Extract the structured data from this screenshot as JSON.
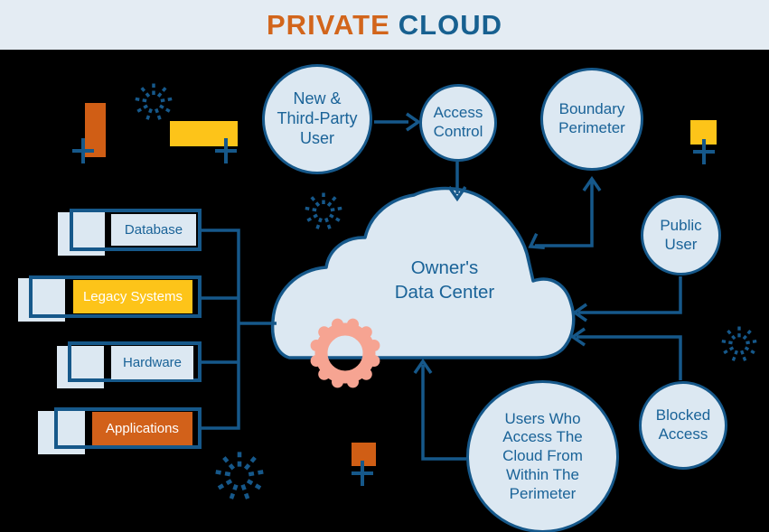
{
  "header": {
    "title_accent": "PRIVATE",
    "title_rest": "CLOUD"
  },
  "cloud": {
    "label": "Owner's\nData Center",
    "icon": "gear-icon"
  },
  "nodes": {
    "new_third_party": {
      "label": "New &\nThird-Party\nUser"
    },
    "access_control": {
      "label": "Access\nControl"
    },
    "boundary_perimeter": {
      "label": "Boundary\nPerimeter"
    },
    "public_user": {
      "label": "Public\nUser"
    },
    "blocked_access": {
      "label": "Blocked\nAccess"
    },
    "users_within": {
      "label": "Users Who\nAccess The\nCloud From\nWithin The\nPerimeter"
    }
  },
  "on_premise_components": {
    "items": [
      {
        "label": "Database",
        "variant": "light"
      },
      {
        "label": "Legacy Systems",
        "variant": "yellow"
      },
      {
        "label": "Hardware",
        "variant": "light"
      },
      {
        "label": "Applications",
        "variant": "orange"
      }
    ]
  },
  "connections": [
    {
      "from": "new_third_party",
      "to": "access_control",
      "arrow": "into-access-control"
    },
    {
      "from": "access_control",
      "to": "cloud",
      "arrow": "into-cloud-top"
    },
    {
      "from": "cloud",
      "to": "boundary_perimeter",
      "arrow": "both-ends"
    },
    {
      "from": "public_user",
      "to": "cloud",
      "arrow": "into-cloud-right"
    },
    {
      "from": "blocked_access",
      "to": "cloud",
      "arrow": "into-cloud-right"
    },
    {
      "from": "users_within",
      "to": "cloud",
      "arrow": "into-cloud-bottom"
    },
    {
      "from": "on_premise_components",
      "to": "cloud",
      "arrow": "none"
    }
  ],
  "decorations": [
    {
      "name": "orange-bar-vertical",
      "color": "#d05e15"
    },
    {
      "name": "yellow-bar-horizontal",
      "color": "#fdc419"
    },
    {
      "name": "yellow-square-top-right",
      "color": "#fdc419"
    },
    {
      "name": "orange-square-bottom",
      "color": "#d05e15"
    },
    {
      "name": "plus-icon",
      "count": 4,
      "color": "#16588a"
    },
    {
      "name": "starburst-icon",
      "count": 4,
      "color": "#16588a"
    },
    {
      "name": "gear-icon",
      "color": "#f6a492"
    }
  ],
  "colors": {
    "background": "#000000",
    "header_bg": "#e4ecf3",
    "ink_teal": "#16588a",
    "text_teal": "#1a6398",
    "fill_light": "#dce8f2",
    "accent_orange": "#d2611a",
    "accent_yellow": "#fdc419",
    "gear_salmon": "#f6a492",
    "title_orange": "#d2651b",
    "title_blue": "#176090"
  }
}
